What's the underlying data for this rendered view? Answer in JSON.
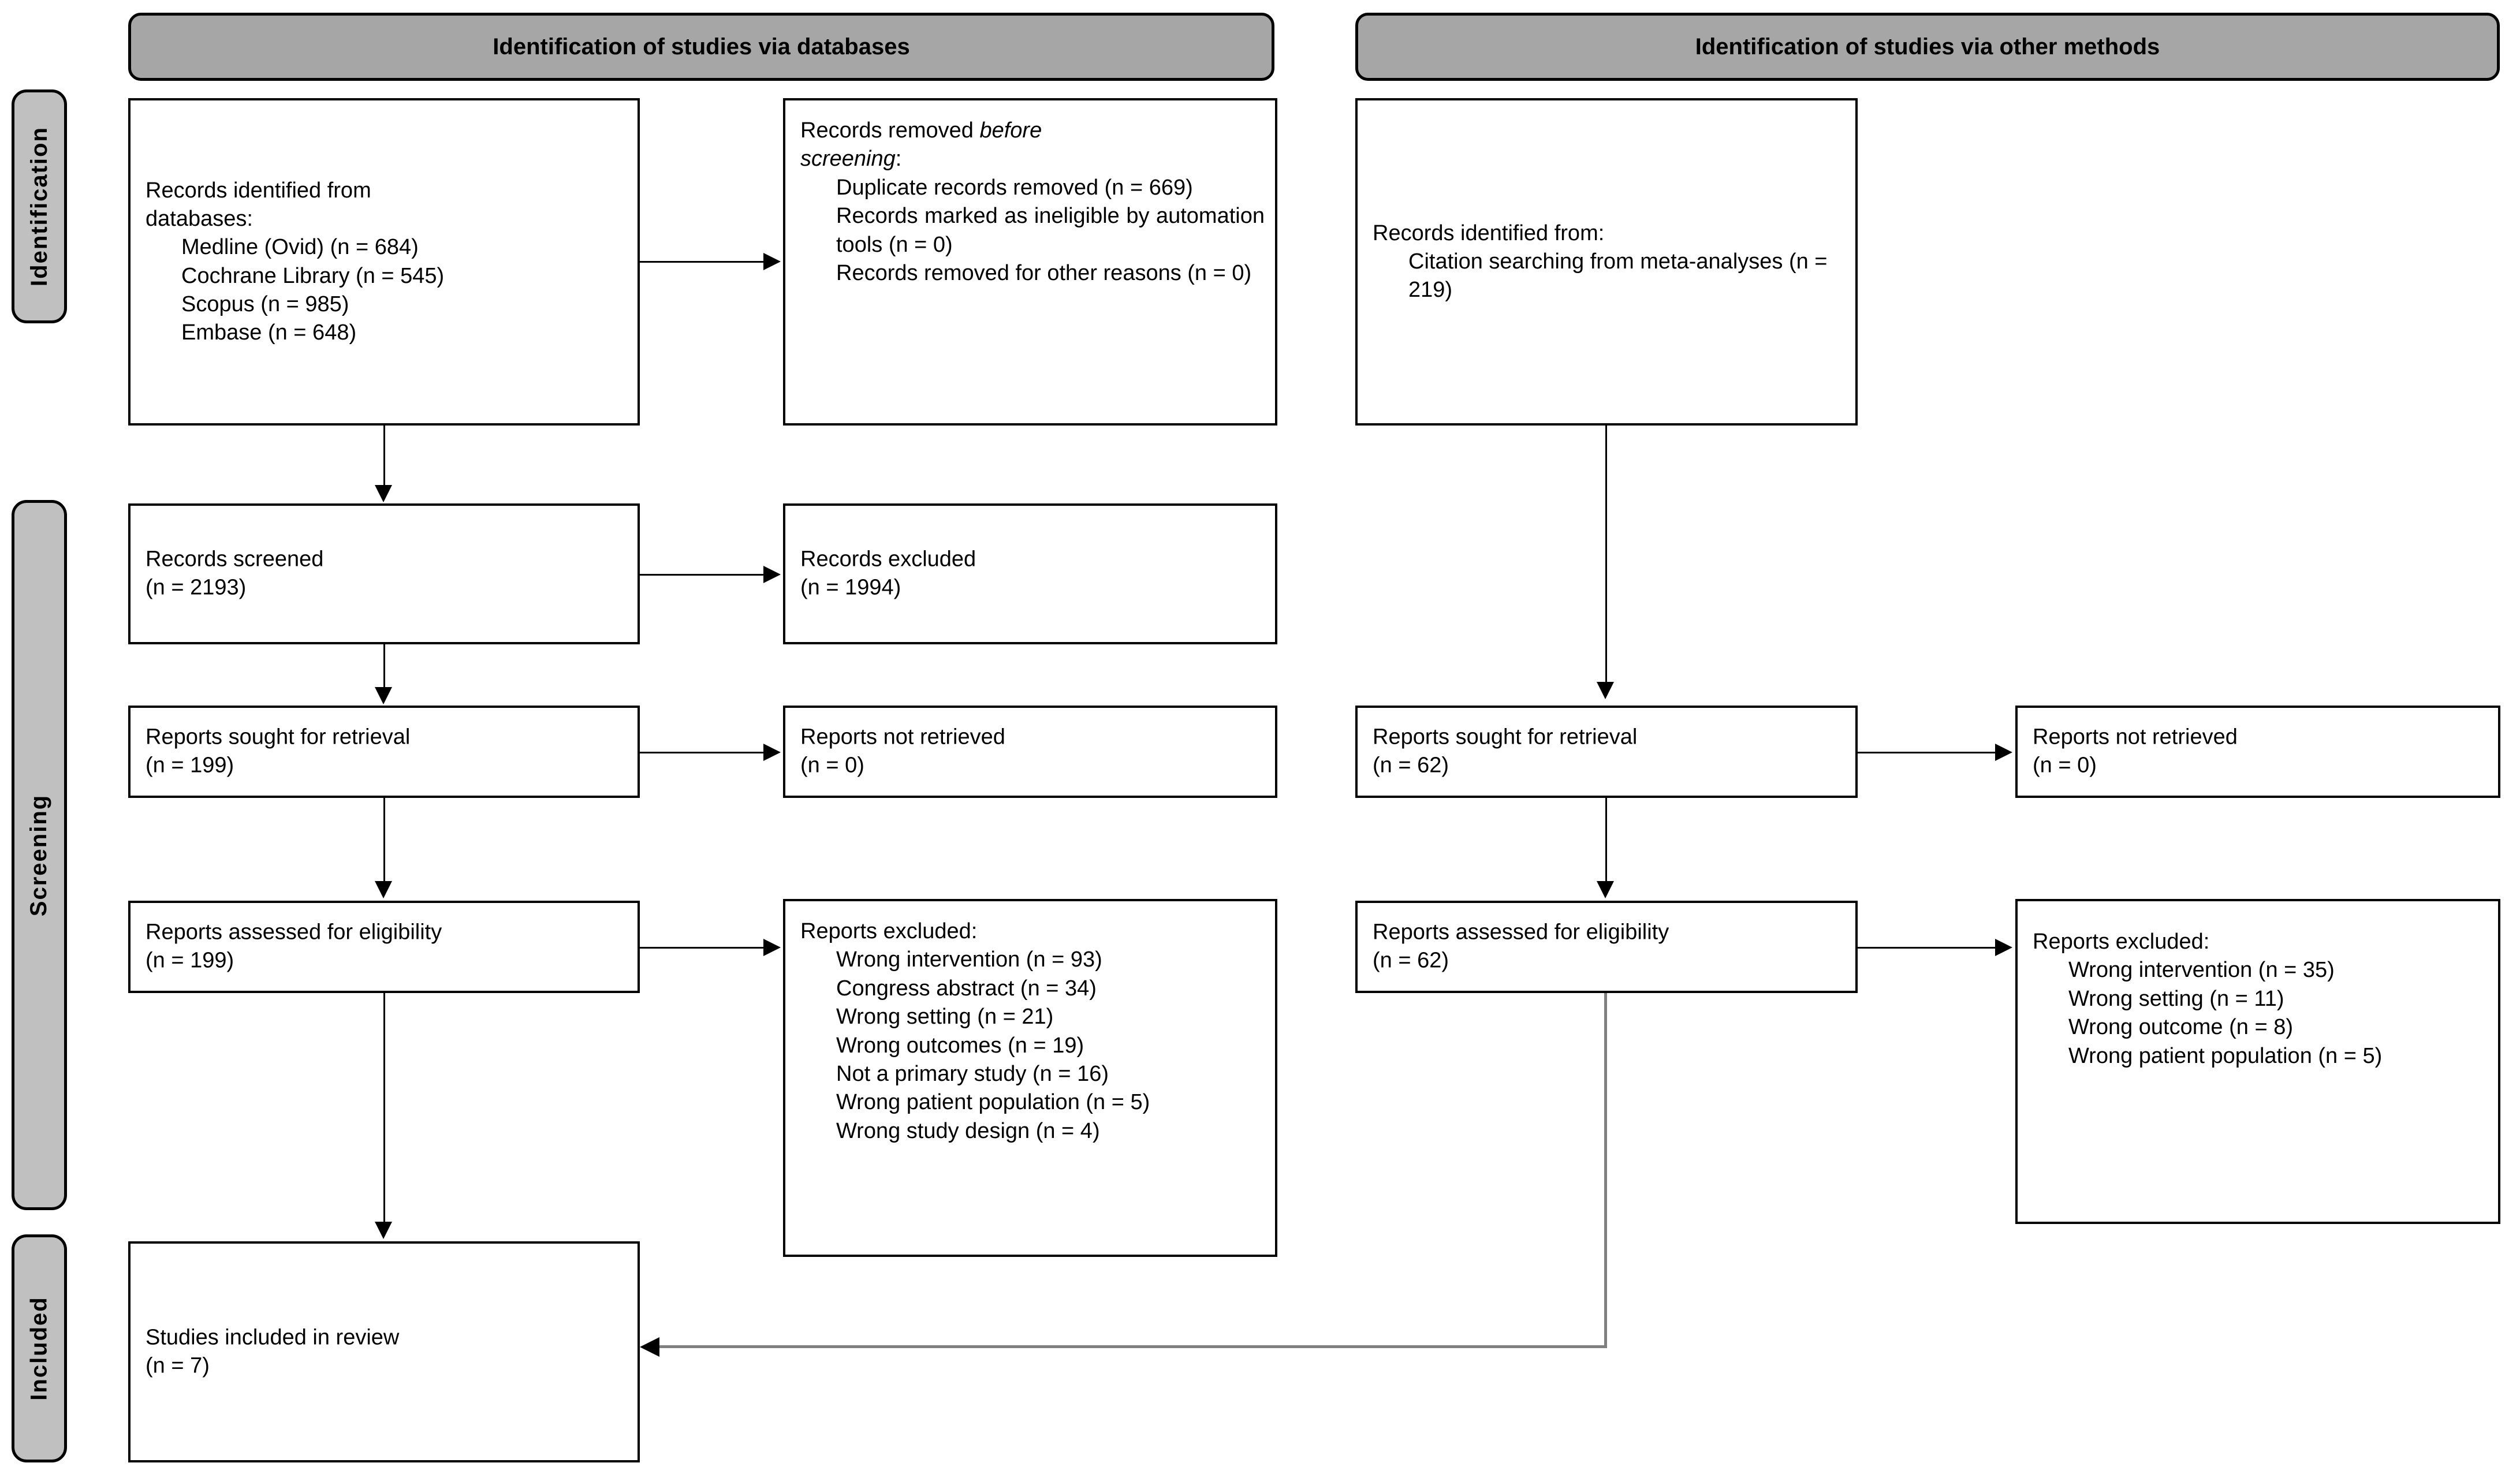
{
  "diagram": {
    "type": "prisma-2020-flow-diagram",
    "stages": [
      {
        "key": "identification",
        "label": "Identification"
      },
      {
        "key": "screening",
        "label": "Screening"
      },
      {
        "key": "included",
        "label": "Included"
      }
    ],
    "columns": [
      {
        "key": "databases",
        "header": "Identification of studies via databases"
      },
      {
        "key": "other-methods",
        "header": "Identification of studies via other methods"
      }
    ]
  },
  "boxes": {
    "records_identified_databases": {
      "title": "Records identified from",
      "subtitle": "databases:",
      "items": [
        "Medline (Ovid) (n = 684)",
        "Cochrane Library (n = 545)",
        "Scopus (n = 985)",
        "Embase (n = 648)"
      ]
    },
    "records_removed_before_screening": {
      "title_plain": "Records removed ",
      "title_italic_1": "before",
      "title_italic_2": "screening",
      "title_colon": ":",
      "items": [
        "Duplicate records removed (n = 669)",
        "Records marked as ineligible by automation tools (n = 0)",
        "Records removed for other reasons (n = 0)"
      ]
    },
    "records_screened": {
      "title": "Records screened",
      "count": "(n = 2193)"
    },
    "records_excluded": {
      "title": "Records excluded",
      "count": "(n = 1994)"
    },
    "reports_sought_left": {
      "title": "Reports sought for retrieval",
      "count": "(n = 199)"
    },
    "reports_not_retrieved_left": {
      "title": "Reports not retrieved",
      "count": "(n = 0)"
    },
    "reports_assessed_left": {
      "title": "Reports assessed for eligibility",
      "count": "(n = 199)"
    },
    "reports_excluded_left": {
      "title": "Reports excluded:",
      "items": [
        "Wrong intervention (n = 93)",
        "Congress abstract (n = 34)",
        "Wrong setting (n = 21)",
        "Wrong outcomes (n = 19)",
        "Not a primary study (n = 16)",
        "Wrong patient population (n = 5)",
        "Wrong study design (n = 4)"
      ]
    },
    "records_identified_other": {
      "title": "Records identified from:",
      "items": [
        "Citation searching from meta-analyses (n = 219)"
      ]
    },
    "reports_sought_right": {
      "title": "Reports sought for retrieval",
      "count": "(n = 62)"
    },
    "reports_not_retrieved_right": {
      "title": "Reports not retrieved",
      "count": "(n = 0)"
    },
    "reports_assessed_right": {
      "title": "Reports assessed for eligibility",
      "count": "(n = 62)"
    },
    "reports_excluded_right": {
      "title": "Reports excluded:",
      "items": [
        "Wrong intervention (n = 35)",
        "Wrong setting (n = 11)",
        "Wrong outcome (n = 8)",
        "Wrong patient population (n = 5)"
      ]
    },
    "studies_included": {
      "title": "Studies included in review",
      "count": "(n = 7)"
    }
  },
  "colors": {
    "stage_pill_fill": "#c0c0c0",
    "column_header_fill": "#a6a6a6",
    "box_fill": "#ffffff",
    "stroke": "#000000",
    "gray_connector": "#808080"
  }
}
